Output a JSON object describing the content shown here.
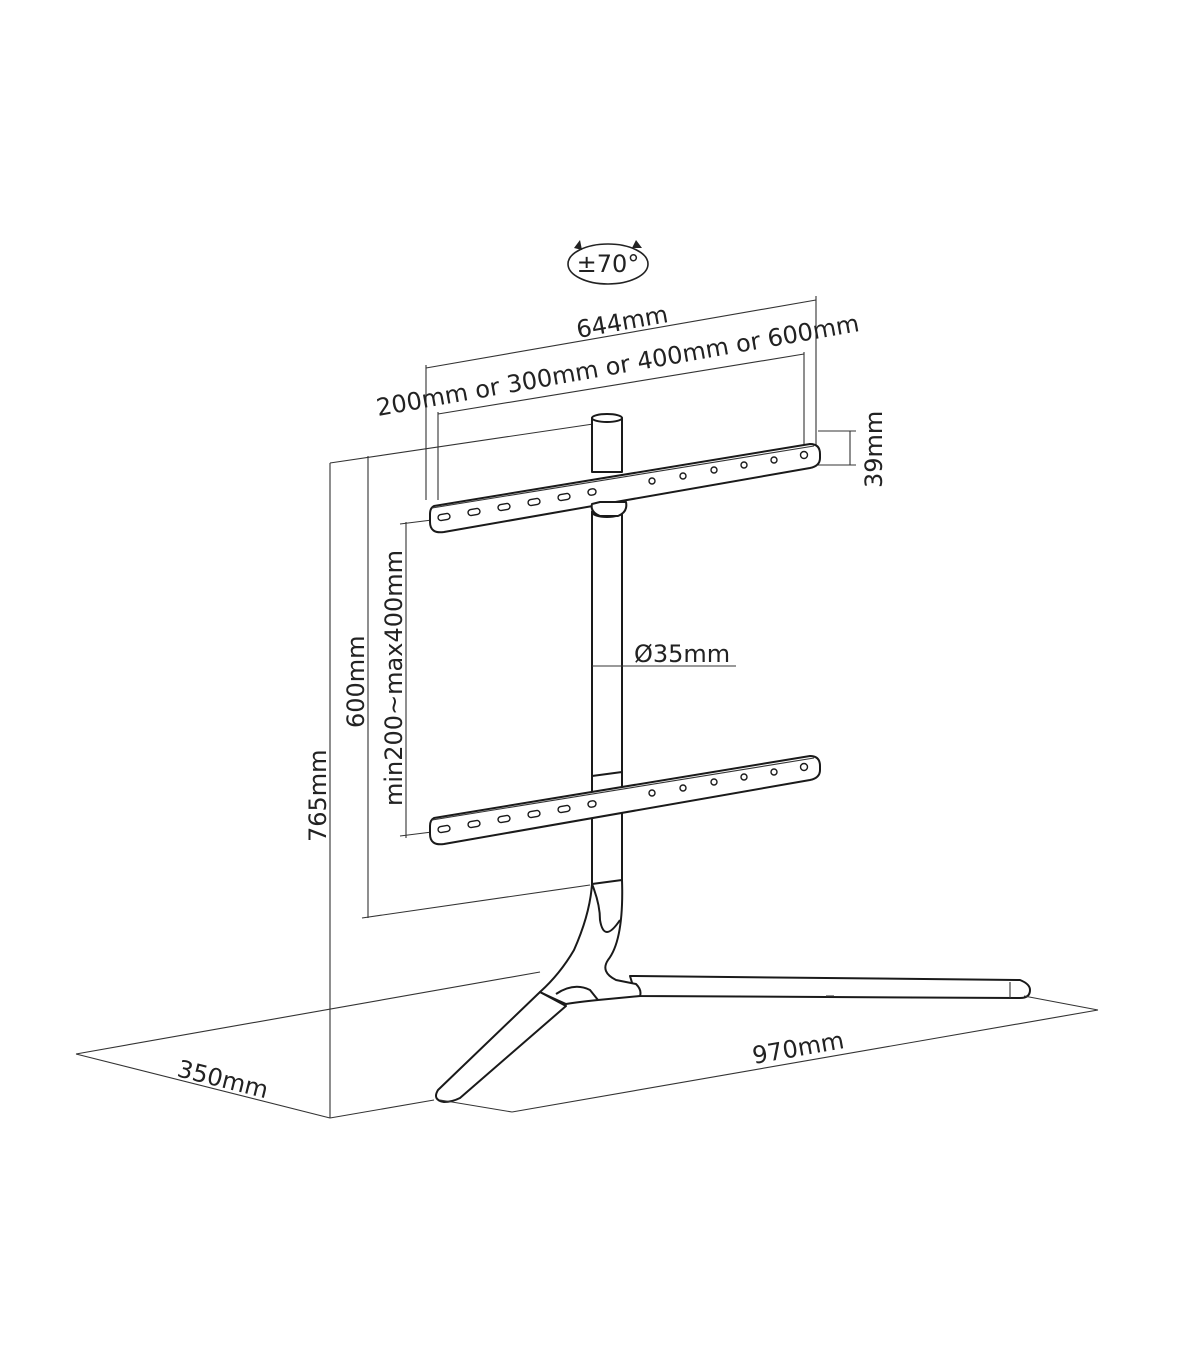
{
  "diagram": {
    "rotation_label": "±70°",
    "width_label": "644mm",
    "vesa_label": "200mm or 300mm or 400mm or 600mm",
    "bracket_height_label": "39mm",
    "total_height_label": "765mm",
    "upper_height_label": "600mm",
    "bracket_spacing_label": "min200~max400mm",
    "pole_diameter_label": "Ø35mm",
    "base_depth_label": "350mm",
    "base_width_label": "970mm"
  },
  "colors": {
    "stroke": "#1a1a1a",
    "background": "#ffffff"
  }
}
